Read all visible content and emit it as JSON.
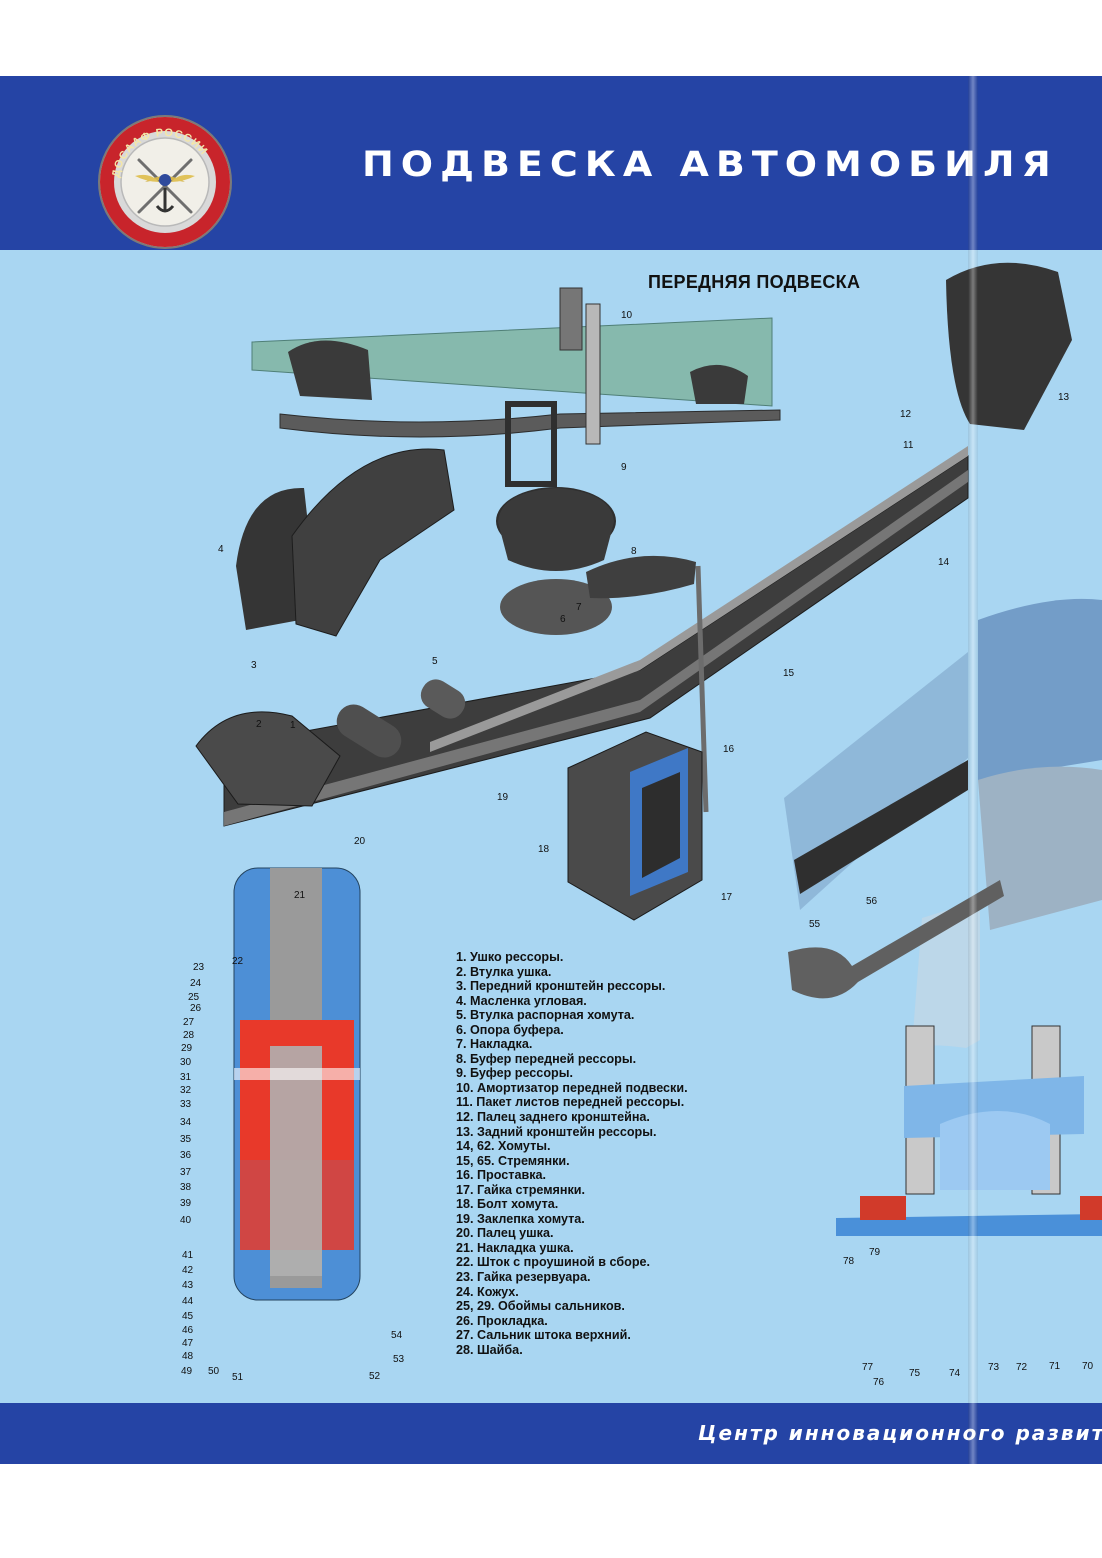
{
  "header": {
    "title": "ПОДВЕСКА АВТОМОБИЛЯ",
    "emblem_text": "ДОСААФ РОССИИ"
  },
  "section": {
    "title": "ПЕРЕДНЯЯ ПОДВЕСКА"
  },
  "legend": [
    "1. Ушко рессоры.",
    "2. Втулка ушка.",
    "3. Передний кронштейн рессоры.",
    "4. Масленка угловая.",
    "5. Втулка распорная хомута.",
    "6. Опора буфера.",
    "7. Накладка.",
    "8. Буфер передней рессоры.",
    "9. Буфер рессоры.",
    "10. Амортизатор передней подвески.",
    "11. Пакет листов передней рессоры.",
    "12. Палец заднего кронштейна.",
    "13. Задний кронштейн рессоры.",
    "14, 62. Хомуты.",
    "15, 65. Стремянки.",
    "16. Проставка.",
    "17. Гайка стремянки.",
    "18. Болт хомута.",
    "19. Заклепка хомута.",
    "20. Палец ушка.",
    "21. Накладка ушка.",
    "22. Шток с проушиной в сборе.",
    "23. Гайка резервуара.",
    "24. Кожух.",
    "25, 29. Обоймы сальников.",
    "26. Прокладка.",
    "27. Сальник штока верхний.",
    "28. Шайба."
  ],
  "callouts": {
    "main": [
      "1",
      "2",
      "3",
      "4",
      "5",
      "6",
      "7",
      "8",
      "9",
      "10",
      "11",
      "12",
      "13",
      "14",
      "15",
      "16",
      "17",
      "18",
      "19",
      "20",
      "21"
    ],
    "shock_left": [
      "23",
      "24",
      "25",
      "26",
      "27",
      "28",
      "29",
      "30",
      "31",
      "32",
      "33",
      "34",
      "35",
      "36",
      "37",
      "38",
      "39",
      "40",
      "41",
      "42",
      "43",
      "44",
      "45",
      "46",
      "47",
      "48",
      "49"
    ],
    "shock_top": "22",
    "shock_bottom": [
      "50",
      "51",
      "52",
      "53",
      "54"
    ],
    "right_top": [
      "55",
      "56"
    ],
    "right_bottom": [
      "78",
      "79",
      "77",
      "76",
      "75",
      "74",
      "73",
      "72",
      "71",
      "70"
    ]
  },
  "footer": {
    "text": "Центр инновационного развития"
  },
  "colors": {
    "band": "#2544a5",
    "background": "#a9d6f2",
    "frame": "#7fb3ac",
    "metal": "#3b3b3b",
    "oil": "#e8392a",
    "shock_body": "#4d8fd6"
  }
}
